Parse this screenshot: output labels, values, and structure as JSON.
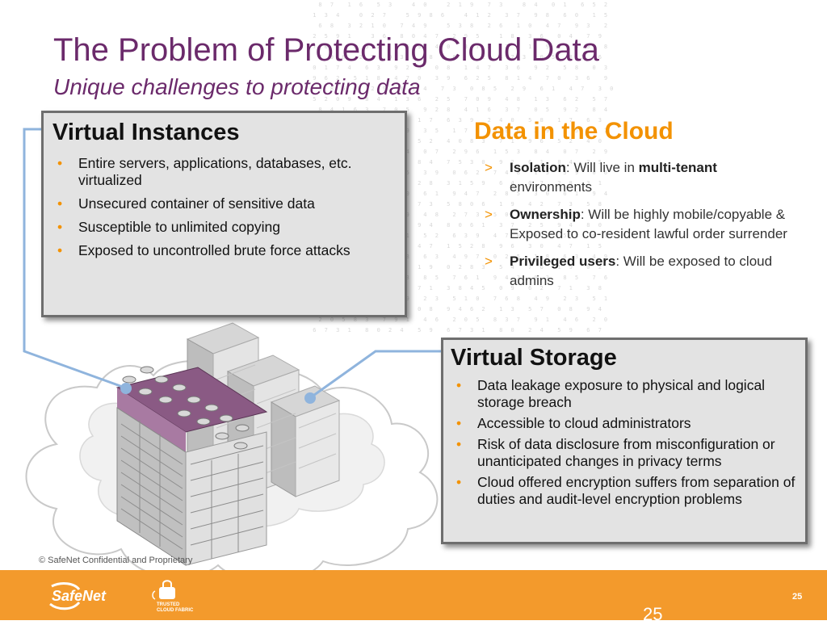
{
  "slide": {
    "title": "The Problem of Protecting Cloud Data",
    "subtitle": "Unique challenges to protecting data"
  },
  "virtual_instances": {
    "heading": "Virtual Instances",
    "bullets": [
      "Entire servers, applications, databases, etc. virtualized",
      "Unsecured container of sensitive data",
      "Susceptible to unlimited copying",
      "Exposed to uncontrolled brute force attacks"
    ]
  },
  "data_in_cloud": {
    "heading": "Data in the Cloud",
    "items": [
      {
        "marker": ">",
        "term": "Isolation",
        "text1": ": Will live in ",
        "bold2": "multi-tenant",
        "text2": " environments"
      },
      {
        "marker": ">",
        "term": "Ownership",
        "text1": ": Will be highly mobile/copyable & Exposed to co-resident lawful order surrender",
        "bold2": "",
        "text2": ""
      },
      {
        "marker": ">",
        "term": "Privileged users",
        "text1": ": Will be exposed to cloud admins",
        "bold2": "",
        "text2": ""
      }
    ]
  },
  "virtual_storage": {
    "heading": "Virtual Storage",
    "bullets": [
      "Data leakage exposure to physical and logical storage breach",
      "Accessible to cloud administrators",
      "Risk of data disclosure from misconfiguration or unanticipated changes in privacy terms",
      "Cloud offered encryption suffers from separation of duties and audit-level encryption problems"
    ]
  },
  "footer": {
    "confidential": "© SafeNet Confidential and Proprietary",
    "logo_text": "SafeNet",
    "badge_line1": "TRUSTED",
    "badge_line2": "CLOUD FABRIC",
    "page_number": "25",
    "page_number_large": "25"
  },
  "colors": {
    "title": "#6b2a6b",
    "accent": "#f39200",
    "footer_bar": "#f39a2c",
    "box_fill": "#e3e3e3",
    "connector": "#8fb4dd"
  },
  "icons": [
    "server-rack-icon",
    "cloud-icon",
    "safenet-logo-icon",
    "lock-icon"
  ]
}
